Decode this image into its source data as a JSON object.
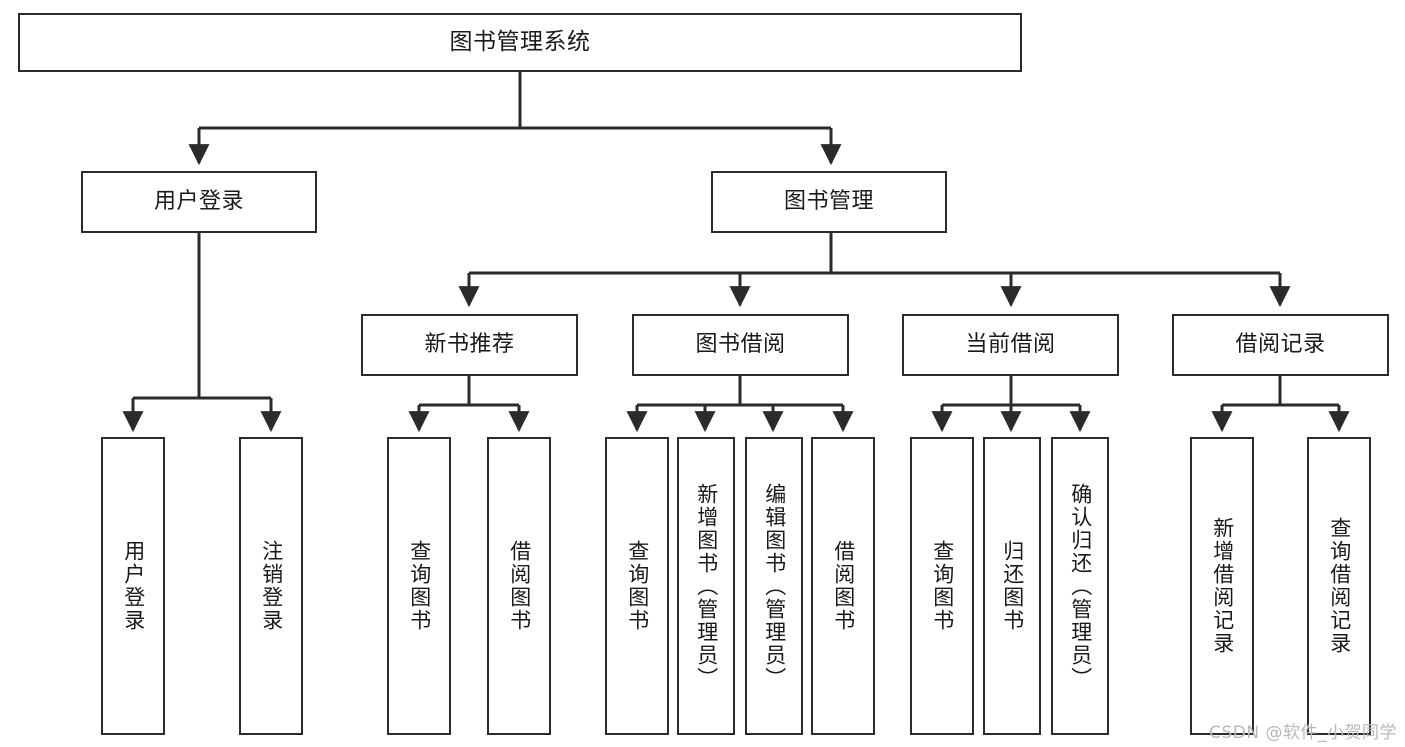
{
  "diagram": {
    "type": "tree",
    "title": "图书管理系统",
    "colors": {
      "node_border": "#2b2b2b",
      "node_fill": "#ffffff",
      "edge": "#2b2b2b",
      "text": "#1a1a1a",
      "watermark": "#b9b9b9",
      "background": "#ffffff"
    },
    "root": {
      "label": "图书管理系统"
    },
    "level2": [
      {
        "label": "用户登录"
      },
      {
        "label": "图书管理"
      }
    ],
    "level3": [
      {
        "label": "新书推荐"
      },
      {
        "label": "图书借阅"
      },
      {
        "label": "当前借阅"
      },
      {
        "label": "借阅记录"
      }
    ],
    "leaves": {
      "user_login": [
        {
          "label": "用户登录"
        },
        {
          "label": "注销登录"
        }
      ],
      "new_book_recommend": [
        {
          "label": "查询图书"
        },
        {
          "label": "借阅图书"
        }
      ],
      "book_borrow": [
        {
          "label": "查询图书"
        },
        {
          "label": "新增图书（管理员）"
        },
        {
          "label": "编辑图书（管理员）"
        },
        {
          "label": "借阅图书"
        }
      ],
      "current_borrow": [
        {
          "label": "查询图书"
        },
        {
          "label": "归还图书"
        },
        {
          "label": "确认归还（管理员）"
        }
      ],
      "borrow_record": [
        {
          "label": "新增借阅记录"
        },
        {
          "label": "查询借阅记录"
        }
      ]
    },
    "watermark": "CSDN @软件_小贺同学"
  }
}
